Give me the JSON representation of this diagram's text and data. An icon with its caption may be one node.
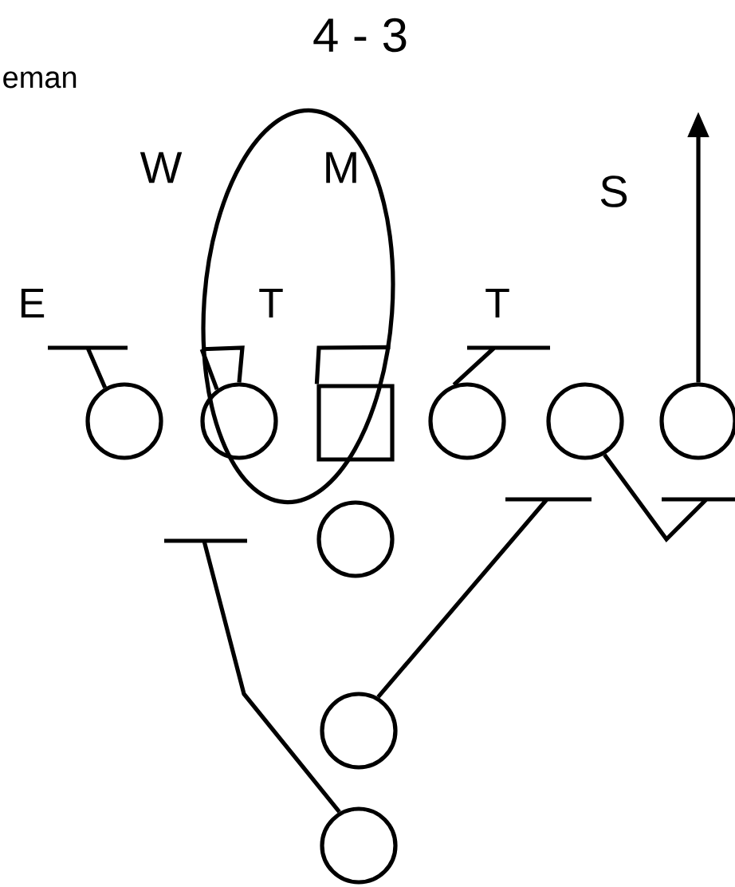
{
  "diagram": {
    "title": "4 - 3",
    "nodes": [
      {
        "text": [],
        "shape": "ellipse"
      },
      {
        "text": [],
        "shape": "circle"
      },
      {
        "text": [],
        "shape": "circle",
        "in": 0
      },
      {
        "text": [],
        "shape": "box",
        "in": 0
      },
      {
        "text": [],
        "shape": "circle"
      },
      {
        "text": [],
        "shape": "circle"
      },
      {
        "text": [],
        "shape": "circle"
      },
      {
        "text": [],
        "shape": "circle"
      },
      {
        "text": [],
        "shape": "circle"
      },
      {
        "text": [],
        "shape": "circle"
      }
    ],
    "edges": [
      {
        "from": 1,
        "to": null,
        "arrow": "none"
      },
      {
        "from": 2,
        "to": 0,
        "arrow": "none"
      },
      {
        "from": 2,
        "to": 0,
        "arrow": "none"
      },
      {
        "from": 3,
        "to": 0,
        "arrow": "none"
      },
      {
        "from": 4,
        "to": null,
        "arrow": "none"
      },
      {
        "from": 6,
        "to": null,
        "arrow": "to"
      },
      {
        "from": 5,
        "to": null,
        "arrow": "none"
      },
      {
        "from": 8,
        "to": null,
        "arrow": "none"
      },
      {
        "from": 9,
        "to": null,
        "arrow": "none"
      }
    ],
    "labels": [
      "eman",
      "W",
      "M",
      "S",
      "E",
      "T",
      "T"
    ]
  }
}
